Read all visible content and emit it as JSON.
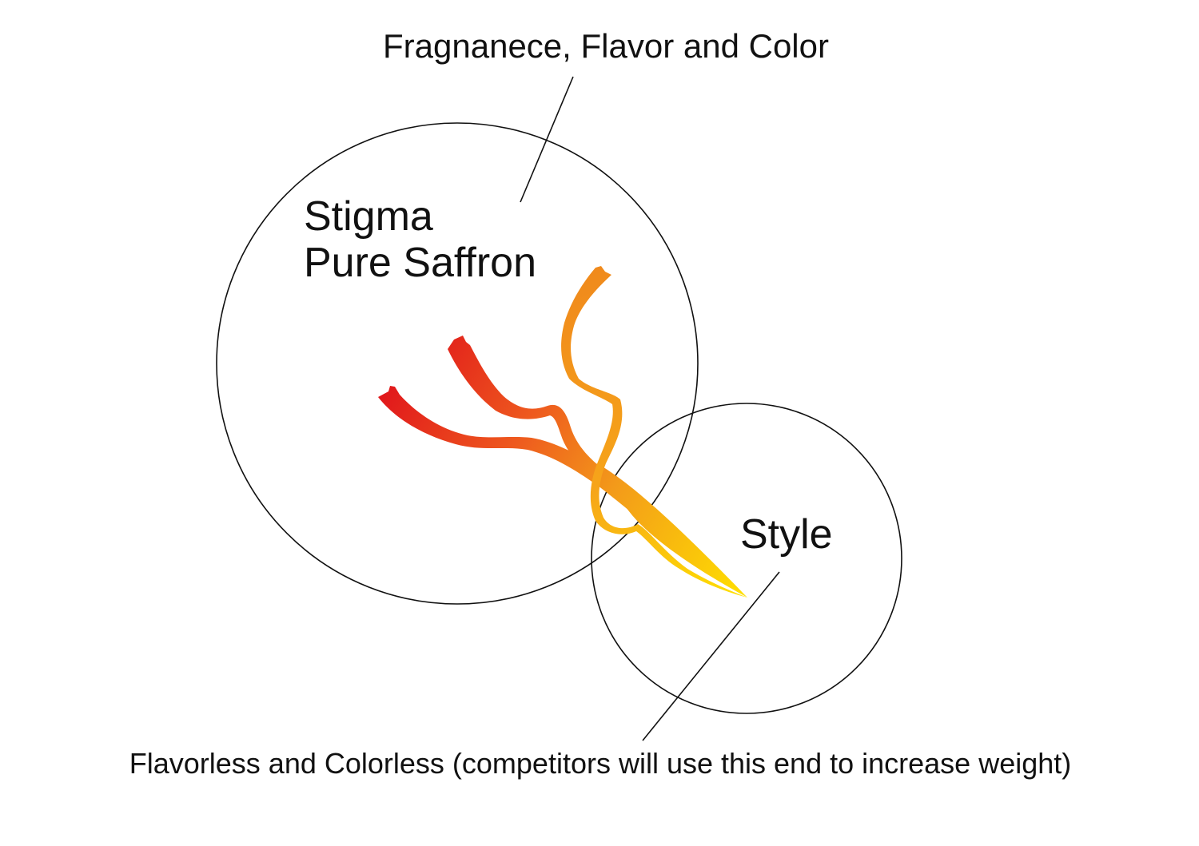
{
  "labels": {
    "top_callout": "Fragnanece, Flavor and Color",
    "stigma_line1": "Stigma",
    "stigma_line2": "Pure Saffron",
    "style": "Style",
    "bottom_callout": "Flavorless and Colorless (competitors will use this end to increase weight)"
  },
  "colors": {
    "outline": "#111111",
    "stigma_red": "#e0141b",
    "mid_orange": "#f08a1c",
    "style_yellow": "#ffd400",
    "background": "#ffffff"
  }
}
